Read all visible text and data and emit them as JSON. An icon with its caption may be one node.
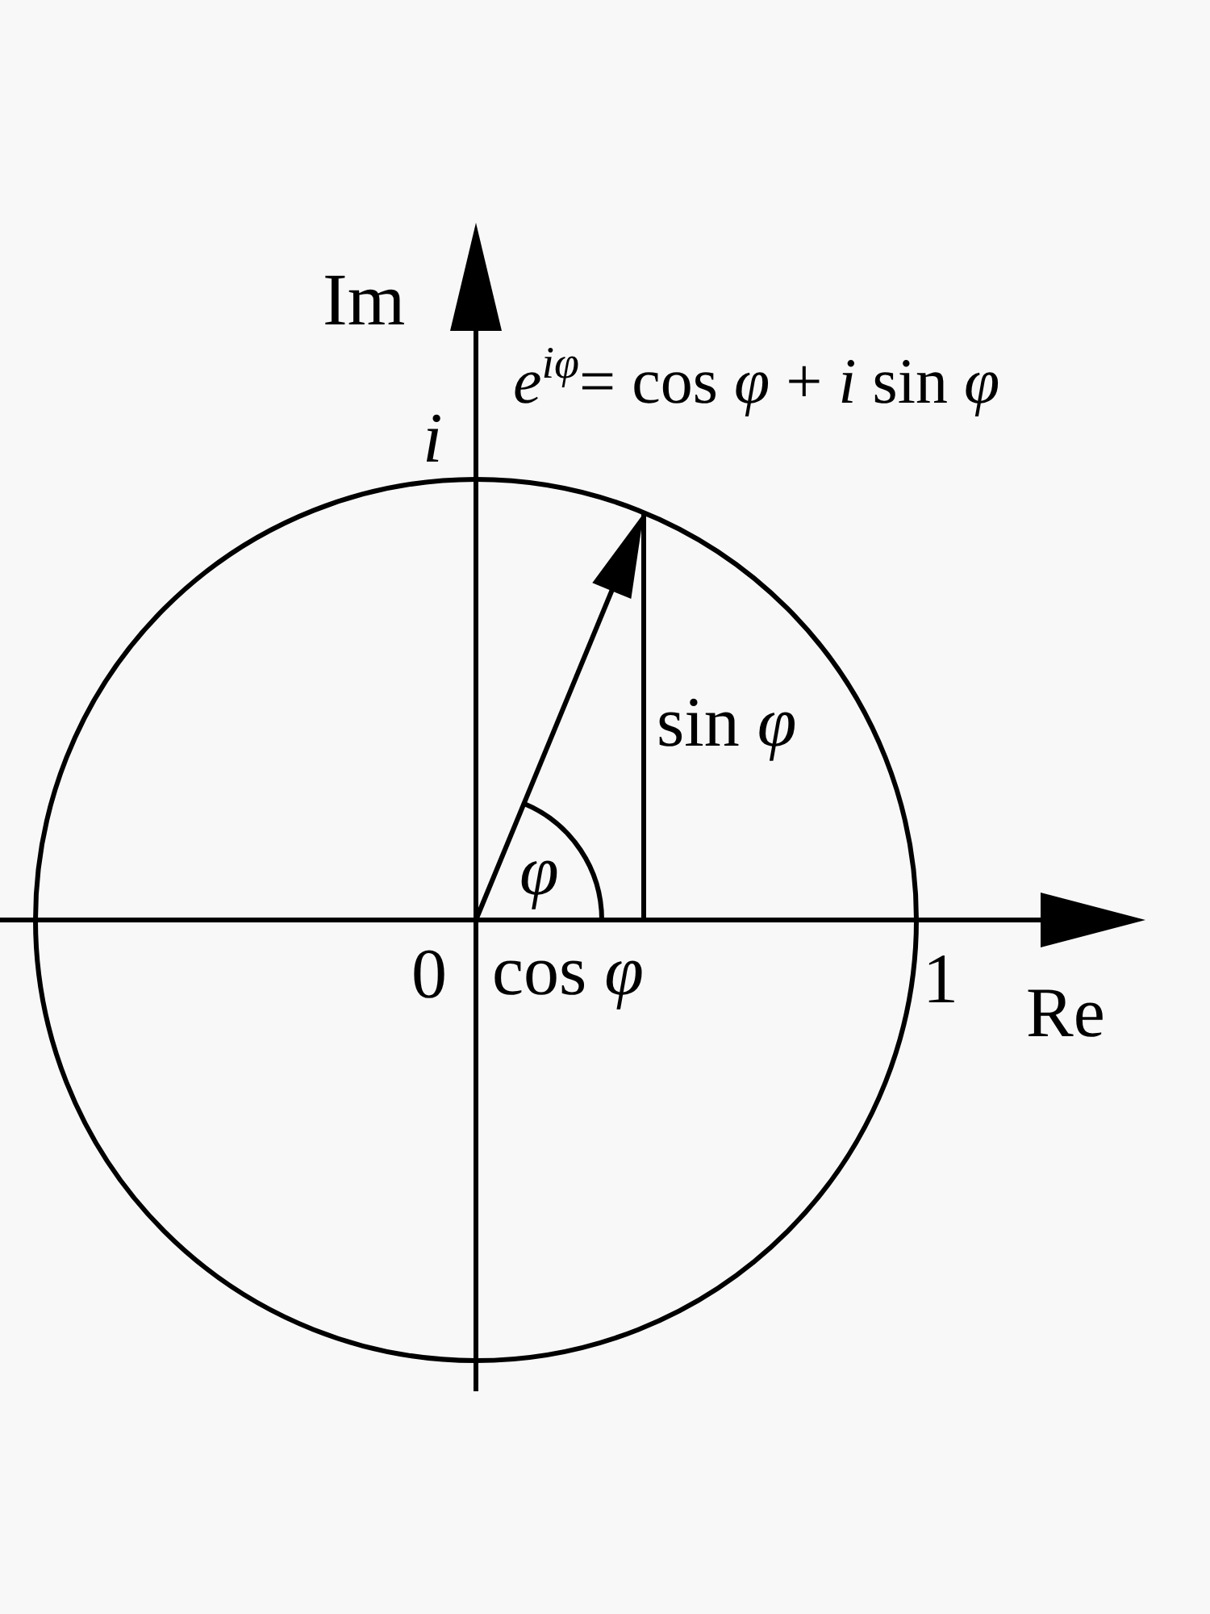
{
  "diagram": {
    "labels": [
      "Im",
      "*e*$^{iφ}$= cos *φ* + *i* sin *φ*",
      "i",
      "sin *φ*",
      "φ",
      "0",
      "cos *φ*",
      "1",
      "Re"
    ]
  }
}
